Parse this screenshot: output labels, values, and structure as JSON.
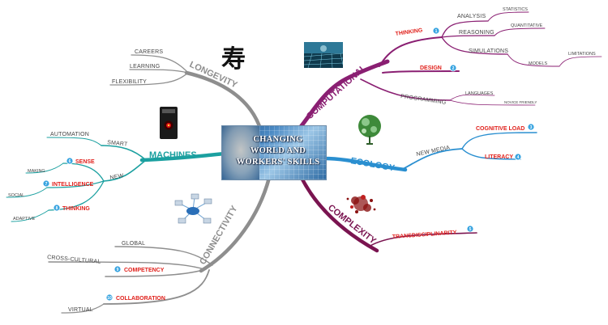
{
  "center": {
    "title": [
      "CHANGING",
      "WORLD AND",
      "WORKERS' SKILLS"
    ]
  },
  "colors": {
    "computational": "#8a1f72",
    "ecology": "#2a8fd0",
    "complexity": "#7a1450",
    "connectivity": "#8e8e8e",
    "machines": "#1ba0a0",
    "longevity": "#8e8e8e",
    "accent": "#e0201b",
    "badge": "#36a3e0"
  },
  "branches": {
    "computational": {
      "label": "COMPUTATIONAL",
      "thinking": {
        "label": "THINKING",
        "badge": "1"
      },
      "analysis": "ANALYSIS",
      "statistics": "STATISTICS",
      "reasoning": "REASONING",
      "quantitative": "QUANTITATIVE",
      "simulations": "SIMULATIONS",
      "models": "MODELS",
      "limitations": "LIMITATIONS",
      "design": {
        "label": "DESIGN",
        "badge": "2"
      },
      "programming": "PROGRAMMING",
      "languages": "LANGUAGES",
      "novice": "NOVICE FRIENDLY"
    },
    "ecology": {
      "label": "ECOLOGY",
      "new_media": "NEW MEDIA",
      "cognitive_load": {
        "label": "COGNITIVE LOAD",
        "badge": "3"
      },
      "literacy": {
        "label": "LITERACY",
        "badge": "4"
      }
    },
    "complexity": {
      "label": "COMPLEXITY",
      "transdisciplinarity": {
        "label": "TRANSDISCIPLINARITY",
        "badge": "5"
      }
    },
    "connectivity": {
      "label": "CONNECTIVITY",
      "global": "GLOBAL",
      "cross_cultural": "CROSS-CULTURAL",
      "competency": {
        "label": "COMPETENCY",
        "badge": "9"
      },
      "collaboration": {
        "label": "COLLABORATION",
        "badge": "10"
      },
      "virtual": "VIRTUAL"
    },
    "machines": {
      "label": "MACHINES",
      "smart": "SMART",
      "automation": "AUTOMATION",
      "new": "NEW",
      "sense": {
        "label": "SENSE",
        "badge": "6"
      },
      "making": "MAKING",
      "intelligence": {
        "label": "INTELLIGENCE",
        "badge": "7"
      },
      "social": "SOCIAL",
      "thinking": {
        "label": "THINKING",
        "badge": "8"
      },
      "adaptive": "ADAPTIVE"
    },
    "longevity": {
      "label": "LONGEVITY",
      "careers": "CAREERS",
      "learning": "LEARNING",
      "flexibility": "FLEXIBILITY"
    }
  },
  "icons": {
    "longevity_glyph": "寿",
    "longevity_image": "chinese-longevity-character-icon",
    "computational_image": "digital-grid-landscape-icon",
    "machines_image": "hal-9000-device-icon",
    "ecology_image": "green-globe-tree-icon",
    "complexity_image": "particle-cloud-icon",
    "connectivity_image": "network-hub-icon"
  }
}
